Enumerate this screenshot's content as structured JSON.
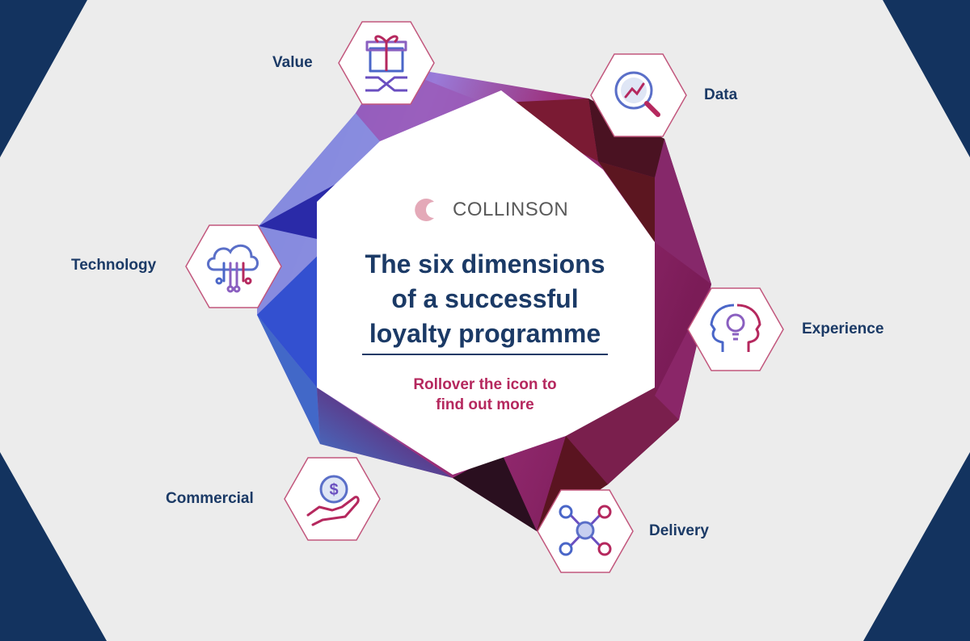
{
  "brand": {
    "name": "COLLINSON",
    "colors": {
      "red": "#8b1a2b",
      "pink": "#e4a9b8"
    }
  },
  "title": {
    "lines": [
      "The six dimensions",
      "of a successful",
      "loyalty programme"
    ]
  },
  "subtitle": {
    "lines": [
      "Rollover the icon to",
      "find out more"
    ]
  },
  "colors": {
    "navy": "#13335f",
    "background": "#ececec",
    "heading": "#1b3a66",
    "accent": "#b5285e"
  },
  "dimensions": [
    {
      "label": "Value",
      "icon": "gift-exchange-icon"
    },
    {
      "label": "Data",
      "icon": "magnifier-chart-icon"
    },
    {
      "label": "Experience",
      "icon": "head-lightbulb-icon"
    },
    {
      "label": "Delivery",
      "icon": "network-nodes-icon"
    },
    {
      "label": "Commercial",
      "icon": "hand-coin-icon"
    },
    {
      "label": "Technology",
      "icon": "cloud-circuit-icon"
    }
  ]
}
